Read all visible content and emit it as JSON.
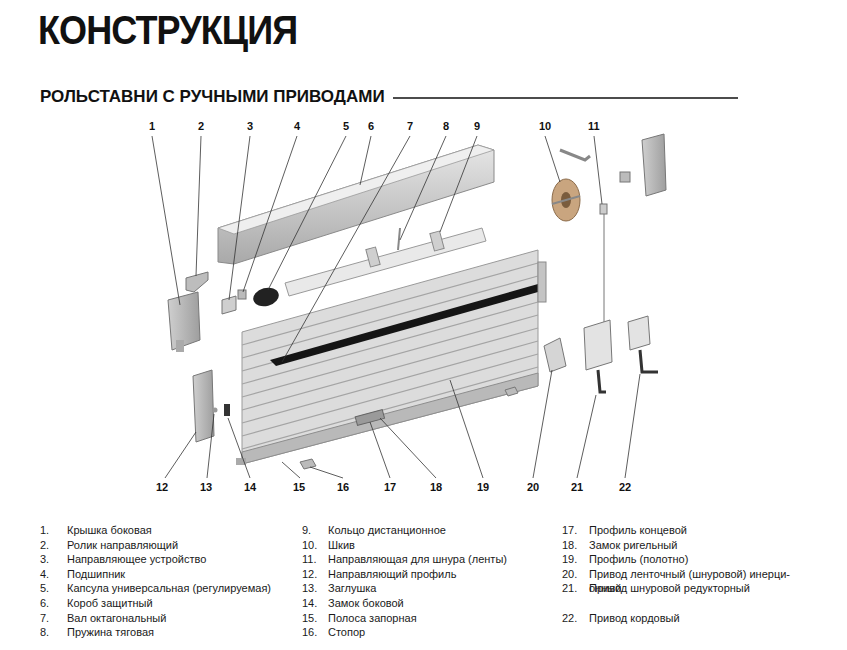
{
  "diagram": {
    "title": "КОНСТРУКЦИЯ",
    "labels": [
      "РОЛЬСТАВНИ С РУЧНЫМИ ПРИВОДАМИ",
      "1",
      "2",
      "3",
      "4",
      "5",
      "6",
      "7",
      "8",
      "9",
      "10",
      "11",
      "12",
      "13",
      "14",
      "15",
      "16",
      "17",
      "18",
      "19",
      "20",
      "21",
      "22",
      "1.",
      "Крышка боковая",
      "2.",
      "Ролик направляющий",
      "3.",
      "Направляющее устройство",
      "4.",
      "Подшипник",
      "5.",
      "Капсула универсальная (регулируемая)",
      "6.",
      "Короб защитный",
      "7.",
      "Вал октагональный",
      "8.",
      "Пружина тяговая",
      "9.",
      "Кольцо дистанционное",
      "10.",
      "Шкив",
      "11.",
      "Направляющая для шнура (ленты)",
      "12.",
      "Направляющий профиль",
      "13.",
      "Заглушка",
      "14.",
      "Замок боковой",
      "15.",
      "Полоса запорная",
      "16.",
      "Стопор",
      "17.",
      "Профиль концевой",
      "18.",
      "Замок ригельный",
      "19.",
      "Профиль (полотно)",
      "20.",
      "Привод ленточный (шнуровой) инерци- онный",
      "21.",
      "Привод шнуровой редукторный",
      "22.",
      "Привод кордовый"
    ]
  }
}
